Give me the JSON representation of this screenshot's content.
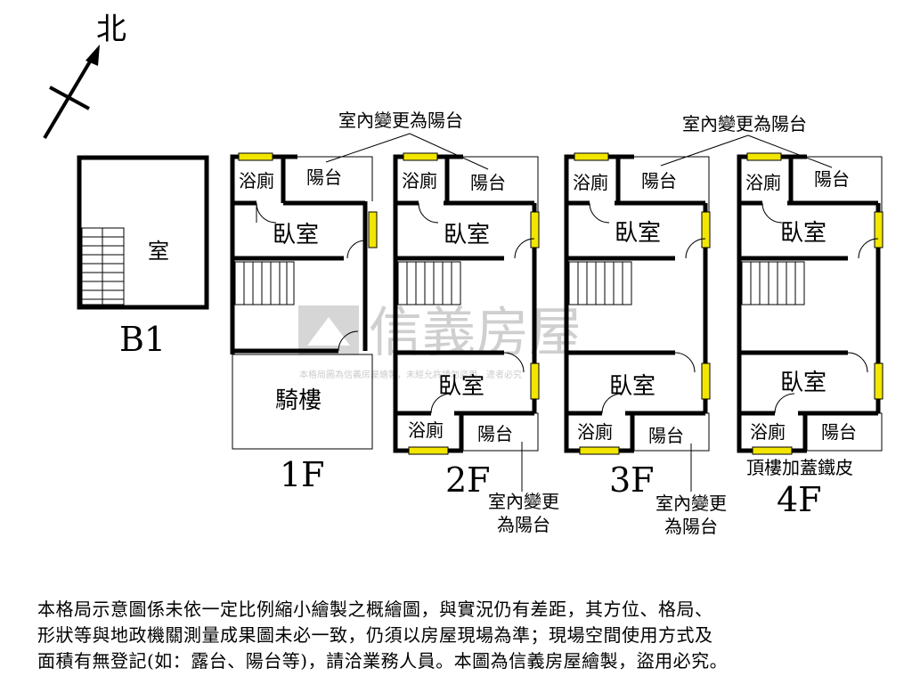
{
  "compass": {
    "north": "北"
  },
  "watermark": {
    "brand": "信義房屋",
    "notice": "本格局圖為信義房屋繪製，未經允許請勿盜用，違者必究"
  },
  "floors": {
    "b1": {
      "name": "B1",
      "room": "室"
    },
    "f1": {
      "name": "1F",
      "bath": "浴廁",
      "balcony": "陽台",
      "bedroom": "臥室",
      "arcade": "騎樓",
      "note": "室內變更為陽台"
    },
    "f2": {
      "name": "2F",
      "bath_top": "浴廁",
      "balcony_top": "陽台",
      "bedroom_top": "臥室",
      "bedroom_bottom": "臥室",
      "bath_bottom": "浴廁",
      "balcony_bottom": "陽台",
      "note_bottom_line1": "室內變更",
      "note_bottom_line2": "為陽台"
    },
    "f3": {
      "name": "3F",
      "bath_top": "浴廁",
      "balcony_top": "陽台",
      "bedroom_top": "臥室",
      "bedroom_bottom": "臥室",
      "bath_bottom": "浴廁",
      "balcony_bottom": "陽台",
      "note_top": "室內變更為陽台",
      "note_bottom_line1": "室內變更",
      "note_bottom_line2": "為陽台"
    },
    "f4": {
      "name": "4F",
      "bath_top": "浴廁",
      "balcony_top": "陽台",
      "bedroom_top": "臥室",
      "bedroom_bottom": "臥室",
      "bath_bottom": "浴廁",
      "balcony_bottom": "陽台",
      "roof_note": "頂樓加蓋鐵皮"
    }
  },
  "disclaimer": {
    "line1": "本格局示意圖係未依一定比例縮小繪製之概繪圖，與實況仍有差距，其方位、格局、",
    "line2": "形狀等與地政機關測量成果圖未必一致，仍須以房屋現場為準；現場空間使用方式及",
    "line3": "面積有無登記(如：露台、陽台等)，請洽業務人員。本圖為信義房屋繪製，盜用必究。"
  },
  "colors": {
    "wall": "#000000",
    "window_fill": "#f2e600",
    "watermark": "#c8c8c8"
  }
}
